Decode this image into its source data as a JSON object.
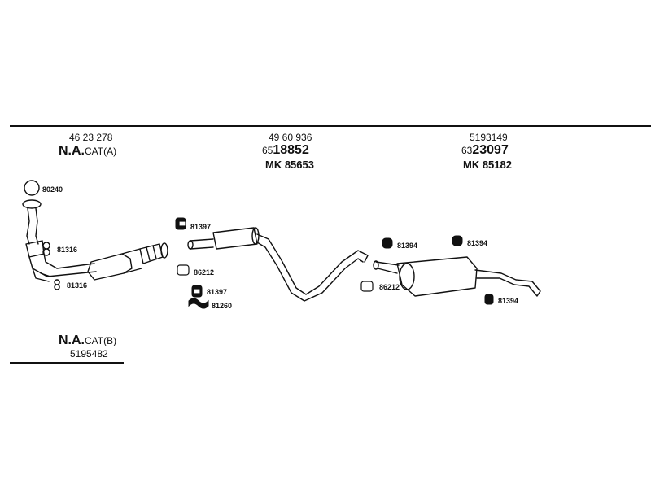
{
  "header": {
    "col1": {
      "number": "46 23 278",
      "name_bold": "N.A.",
      "name_rest": "CAT(A)"
    },
    "col2": {
      "number": "49 60 936",
      "code_prefix": "65",
      "code_main": "18852",
      "mk": "MK  85653"
    },
    "col3": {
      "number": "5193149",
      "code_prefix": "63",
      "code_main": "23097",
      "mk": "MK  85182"
    }
  },
  "footer": {
    "name_bold": "N.A.",
    "name_rest": "CAT(B)",
    "number": "5195482"
  },
  "parts": {
    "clamp_front": "80240",
    "hanger_front_upper": "81316",
    "hanger_front_lower": "81316",
    "rubber_mid_top": "81397",
    "clamp_mid": "86212",
    "rubber_mid_bottom": "81397",
    "gasket_mid": "81260",
    "rubber_rear_left": "81394",
    "rubber_rear_right": "81394",
    "clamp_rear": "86212",
    "rubber_rear_bottom": "81394"
  }
}
